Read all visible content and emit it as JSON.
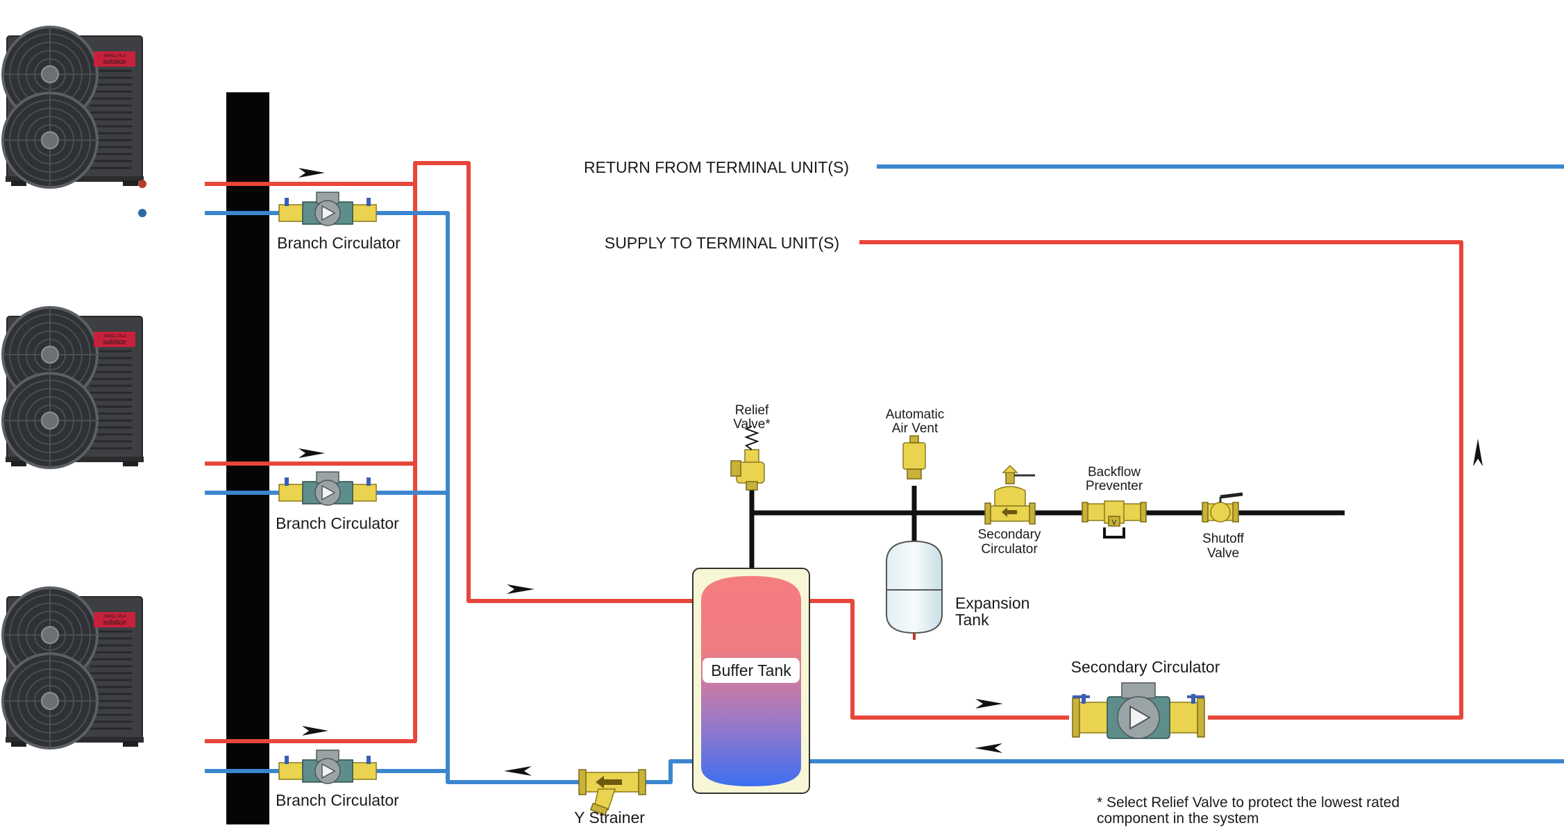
{
  "heat_pumps": [
    {
      "brand": "solstice",
      "subbrand": "SMALL PLA"
    },
    {
      "brand": "solstice",
      "subbrand": "SMALL PLA"
    },
    {
      "brand": "solstice",
      "subbrand": "SMALL PLA"
    }
  ],
  "labels": {
    "branch_circulator_1": "Branch Circulator",
    "branch_circulator_2": "Branch Circulator",
    "branch_circulator_3": "Branch Circulator",
    "return_terminal": "RETURN FROM TERMINAL UNIT(S)",
    "supply_terminal": "SUPPLY TO TERMINAL UNIT(S)",
    "relief_valve_line1": "Relief",
    "relief_valve_line2": "Valve*",
    "air_vent_line1": "Automatic",
    "air_vent_line2": "Air Vent",
    "secondary_circ_small_line1": "Secondary",
    "secondary_circ_small_line2": "Circulator",
    "backflow_line1": "Backflow",
    "backflow_line2": "Preventer",
    "shutoff_line1": "Shutoff",
    "shutoff_line2": "Valve",
    "expansion_line1": "Expansion",
    "expansion_line2": "Tank",
    "buffer_tank": "Buffer Tank",
    "secondary_circulator": "Secondary Circulator",
    "y_strainer": "Y Strainer",
    "footnote_line1": "* Select Relief Valve to protect the lowest rated",
    "footnote_line2": "component in the system"
  },
  "colors": {
    "supply_pipe": "#e8463a",
    "return_pipe": "#3b86cf",
    "makeup_pipe": "#111111",
    "component_brass": "#e9d34f",
    "heat_pump_body": "#3d3f42",
    "brand_badge": "#c8213b"
  }
}
